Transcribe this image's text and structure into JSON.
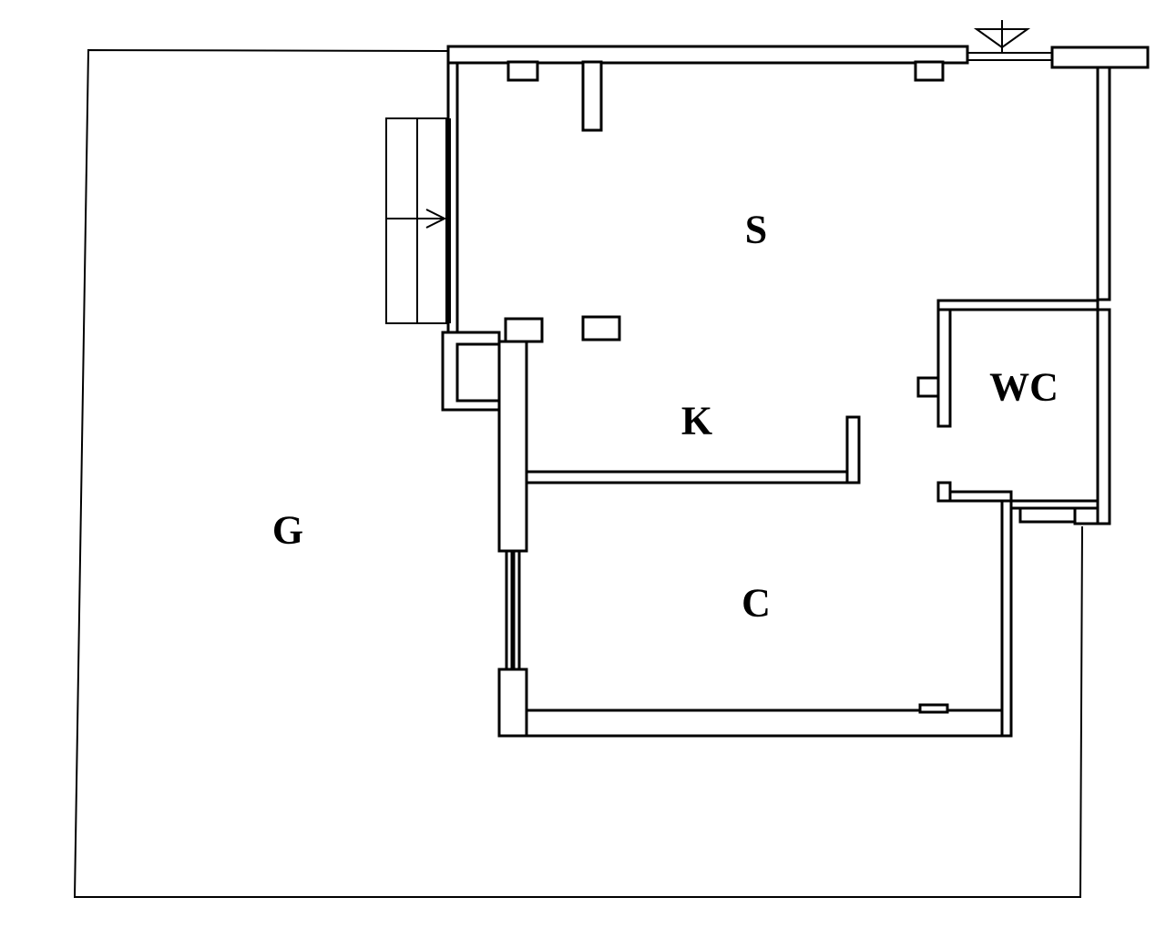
{
  "plan": {
    "rooms": [
      {
        "id": "s",
        "label": "S"
      },
      {
        "id": "k",
        "label": "K"
      },
      {
        "id": "wc",
        "label": "WC"
      },
      {
        "id": "g",
        "label": "G"
      },
      {
        "id": "c",
        "label": "C"
      }
    ]
  }
}
